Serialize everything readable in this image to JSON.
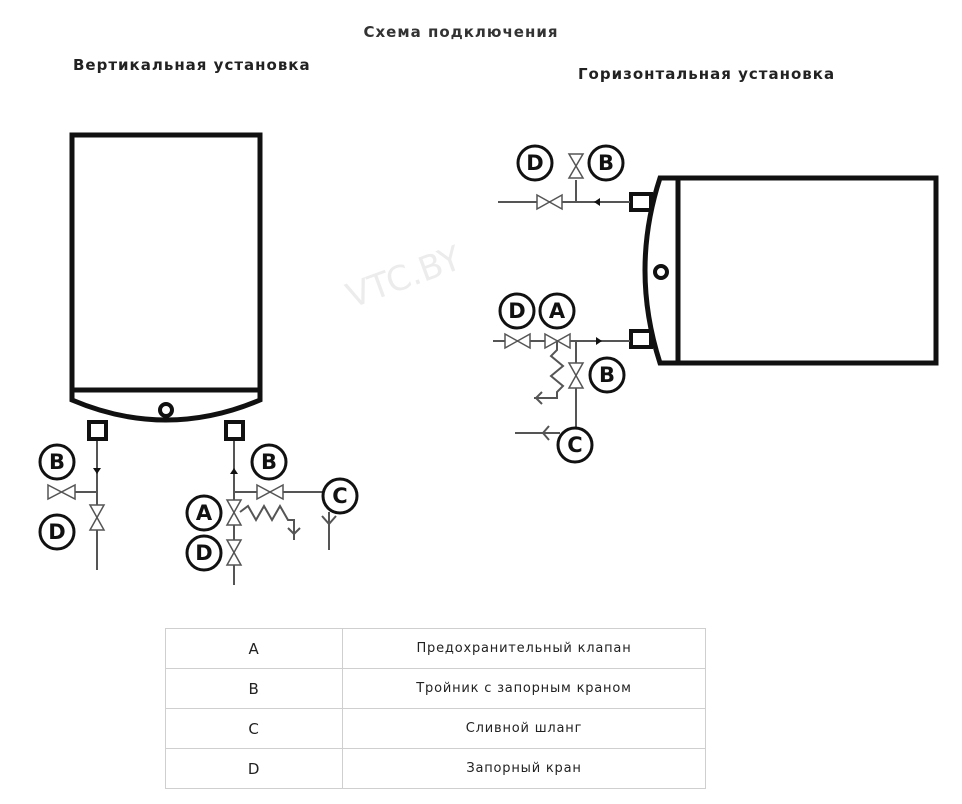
{
  "titles": {
    "main": "Схема подключения",
    "vertical": "Вертикальная установка",
    "horizontal": "Горизонтальная установка"
  },
  "watermark": "VTC.BY",
  "labels": {
    "A": "A",
    "B": "B",
    "C": "C",
    "D": "D"
  },
  "legend": [
    {
      "key": "A",
      "description": "Предохранительный клапан"
    },
    {
      "key": "B",
      "description": "Тройник с запорным краном"
    },
    {
      "key": "C",
      "description": "Сливной шланг"
    },
    {
      "key": "D",
      "description": "Запорный кран"
    }
  ]
}
